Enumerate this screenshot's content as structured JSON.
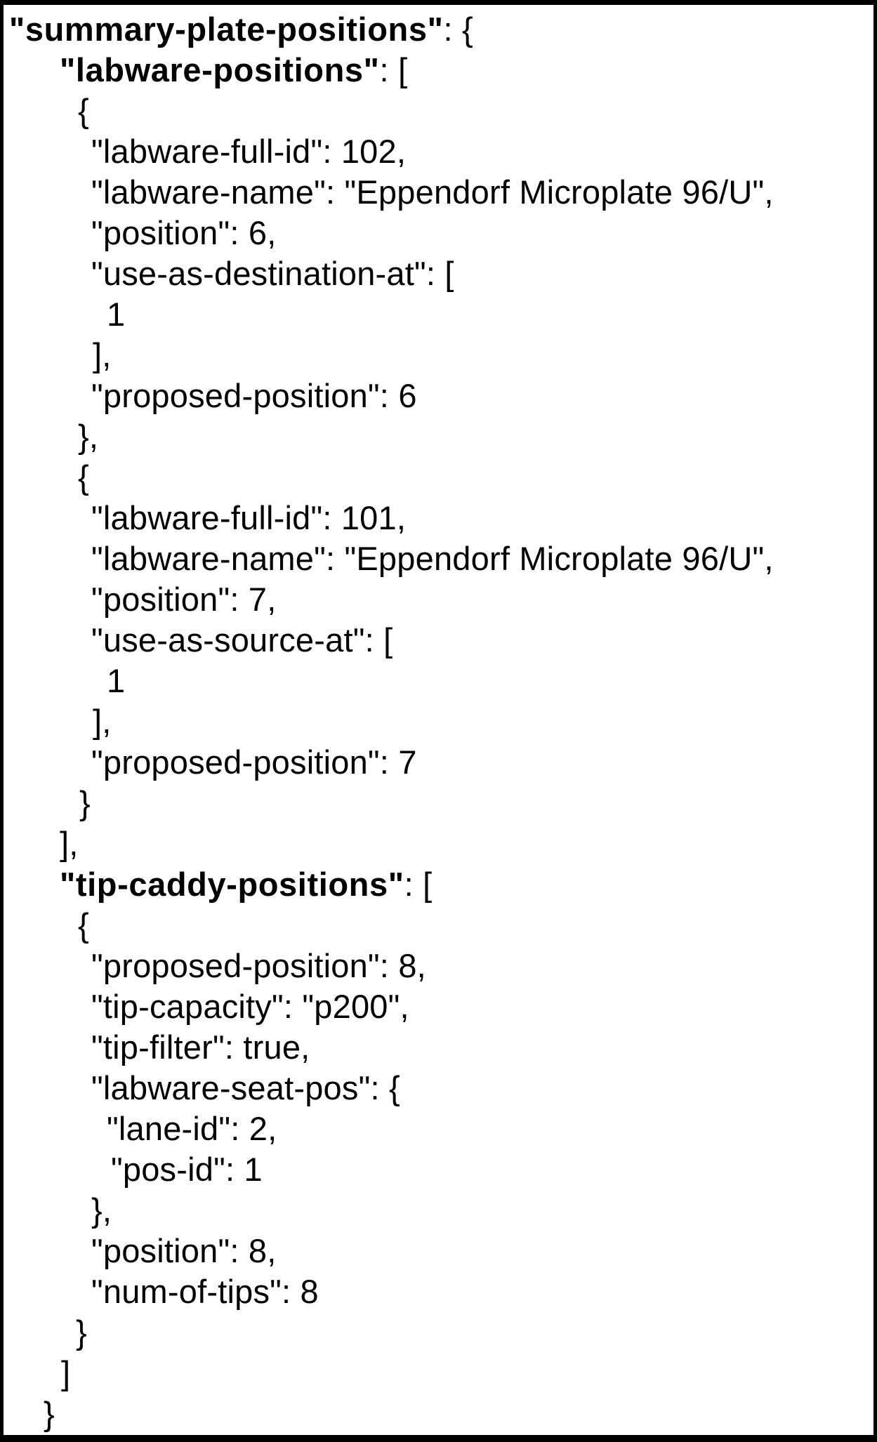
{
  "document": {
    "kind": "json-snippet",
    "colors": {
      "text": "#000000",
      "background": "#ffffff",
      "border": "#000000"
    },
    "lines": [
      {
        "indent": 8,
        "bold": "\"summary-plate-positions\"",
        "text": ": {"
      },
      {
        "indent": 80,
        "bold": "\"labware-positions\"",
        "text": ": ["
      },
      {
        "indent": 106,
        "text": "{"
      },
      {
        "indent": 125,
        "text": "\"labware-full-id\": 102,"
      },
      {
        "indent": 125,
        "text": "\"labware-name\": \"Eppendorf Microplate 96/U\","
      },
      {
        "indent": 125,
        "text": "\"position\": 6,"
      },
      {
        "indent": 125,
        "text": "\"use-as-destination-at\": ["
      },
      {
        "indent": 147,
        "text": "1"
      },
      {
        "indent": 127,
        "text": "],"
      },
      {
        "indent": 125,
        "text": "\"proposed-position\": 6"
      },
      {
        "indent": 106,
        "text": "},"
      },
      {
        "indent": 106,
        "text": "{"
      },
      {
        "indent": 125,
        "text": "\"labware-full-id\": 101,"
      },
      {
        "indent": 125,
        "text": "\"labware-name\": \"Eppendorf Microplate 96/U\","
      },
      {
        "indent": 125,
        "text": "\"position\": 7,"
      },
      {
        "indent": 125,
        "text": "\"use-as-source-at\": ["
      },
      {
        "indent": 147,
        "text": "1"
      },
      {
        "indent": 127,
        "text": "],"
      },
      {
        "indent": 125,
        "text": "\"proposed-position\": 7"
      },
      {
        "indent": 108,
        "text": "}"
      },
      {
        "indent": 80,
        "text": "],"
      },
      {
        "indent": 80,
        "bold": "\"tip-caddy-positions\"",
        "text": ": ["
      },
      {
        "indent": 106,
        "text": "{"
      },
      {
        "indent": 125,
        "text": "\"proposed-position\": 8,"
      },
      {
        "indent": 125,
        "text": "\"tip-capacity\": \"p200\","
      },
      {
        "indent": 125,
        "text": "\"tip-filter\": true,"
      },
      {
        "indent": 125,
        "text": "\"labware-seat-pos\": {"
      },
      {
        "indent": 147,
        "text": "\"lane-id\": 2,"
      },
      {
        "indent": 153,
        "text": "\"pos-id\": 1"
      },
      {
        "indent": 125,
        "text": "},"
      },
      {
        "indent": 125,
        "text": "\"position\": 8,"
      },
      {
        "indent": 125,
        "text": "\"num-of-tips\": 8"
      },
      {
        "indent": 103,
        "text": "}"
      },
      {
        "indent": 82,
        "text": "]"
      },
      {
        "indent": 57,
        "text": "}"
      }
    ]
  }
}
